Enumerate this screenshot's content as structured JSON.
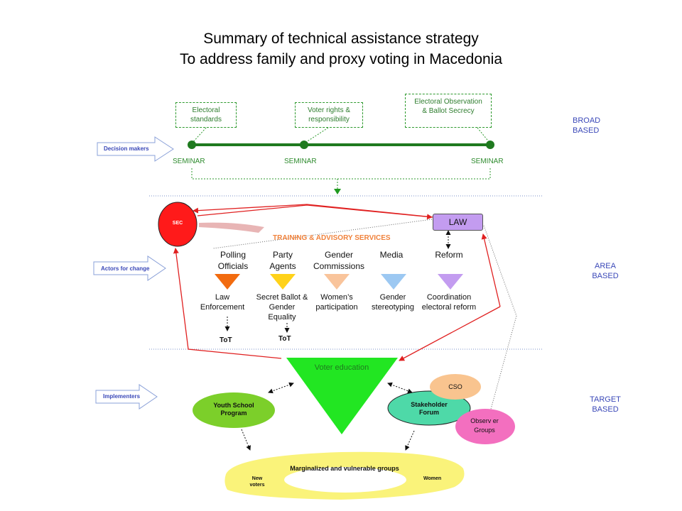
{
  "title": {
    "line1": "Summary of technical assistance strategy",
    "line2": "To address family and proxy voting in Macedonia"
  },
  "colors": {
    "timeline_green": "#1f7a1f",
    "connector_red": "#e02020",
    "sec_red": "#ff1a1a",
    "law_purple": "#c39cf0",
    "voter_green": "#22e622",
    "youth_green": "#7ccf2a",
    "stakeholder_teal": "#4ed9a8",
    "cso_peach": "#f9c48f",
    "observer_pink": "#f36fbf",
    "marginalized_yellow": "#faf37a",
    "label_blue": "#3a48b8"
  },
  "broad": {
    "boxes": [
      "Electoral standards",
      "Voter rights & responsibility",
      "Electoral Observation & Ballot Secrecy"
    ],
    "seminars": [
      "SEMINAR",
      "SEMINAR",
      "SEMINAR"
    ],
    "side_label": "BROAD BASED",
    "arrow_label": "Decision makers"
  },
  "area": {
    "sec_label": "SEC",
    "law_label": "LAW",
    "services_label": "TRAINING & ADVISORY SERVICES",
    "side_label": "AREA BASED",
    "arrow_label": "Actors for change",
    "columns": [
      {
        "head": "Polling Officials",
        "sub": "Law Enforcement",
        "color": "#f26b0f"
      },
      {
        "head": "Party Agents",
        "sub": "Secret Ballot & Gender Equality",
        "color": "#ffd21a"
      },
      {
        "head": "Gender Commissions",
        "sub": "Women’s participation",
        "color": "#f9c49b"
      },
      {
        "head": "Media",
        "sub": "Gender stereotyping",
        "color": "#9cc8f2"
      },
      {
        "head": "Reform",
        "sub": "Coordination electoral reform",
        "color": "#c39cf0"
      }
    ],
    "tot": [
      "ToT",
      "ToT"
    ]
  },
  "target": {
    "side_label": "TARGET BASED",
    "arrow_label": "Implementers",
    "voter_education": "Voter education",
    "youth": "Youth School Program",
    "stakeholder": "Stakeholder Forum",
    "cso": "CSO",
    "observer": "Observ er Groups",
    "marginalized": "Marginalized and vulnerable groups",
    "new_voters": "New voters",
    "women": "Women"
  }
}
